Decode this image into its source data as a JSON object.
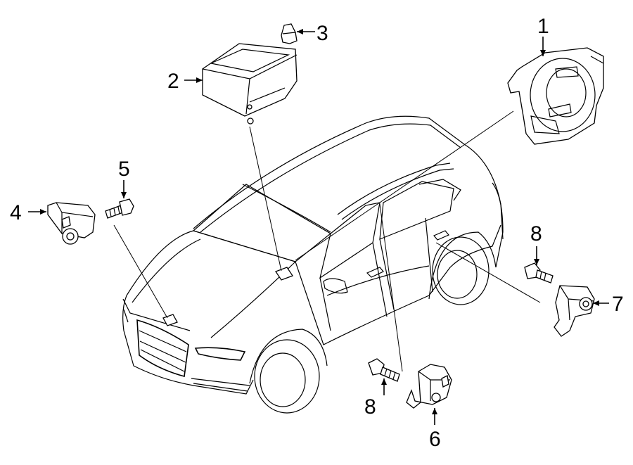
{
  "callouts": {
    "c1": "1",
    "c2": "2",
    "c3": "3",
    "c4": "4",
    "c5": "5",
    "c6": "6",
    "c7": "7",
    "c8a": "8",
    "c8b": "8"
  },
  "parts": {
    "p1": "clock-spring",
    "p2": "airbag-control-module",
    "p3": "nut",
    "p4": "front-impact-sensor",
    "p5": "bolt",
    "p6": "side-impact-sensor",
    "p7": "side-impact-sensor",
    "p8": "bolt"
  },
  "colors": {
    "line": "#000000",
    "background": "#ffffff"
  }
}
